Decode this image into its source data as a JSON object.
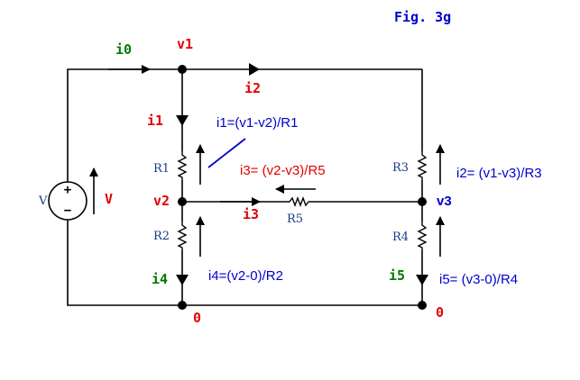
{
  "figure": {
    "caption": "Fig. 3g"
  },
  "nodes": {
    "v1": "v1",
    "v2": "v2",
    "v3": "v3",
    "ground_left": "0",
    "ground_right": "0"
  },
  "currents": {
    "i0": "i0",
    "i1": "i1",
    "i2": "i2",
    "i3": "i3",
    "i4": "i4",
    "i5": "i5"
  },
  "resistors": {
    "r1": "R1",
    "r2": "R2",
    "r3": "R3",
    "r4": "R4",
    "r5": "R5"
  },
  "source": {
    "name": "V",
    "voltage": "V",
    "plus": "+",
    "minus": "−"
  },
  "equations": {
    "i1": "i1=(v1-v2)/R1",
    "i2": "i2= (v1-v3)/R3",
    "i3": "i3= (v2-v3)/R5",
    "i4": "i4=(v2-0)/R2",
    "i5": "i5= (v3-0)/R4"
  },
  "colors": {
    "wire": "#000000",
    "node_label": "#e00000",
    "current_green": "#007a00",
    "equation_blue": "#0000cc",
    "resistor_label": "#1a3a8a"
  }
}
